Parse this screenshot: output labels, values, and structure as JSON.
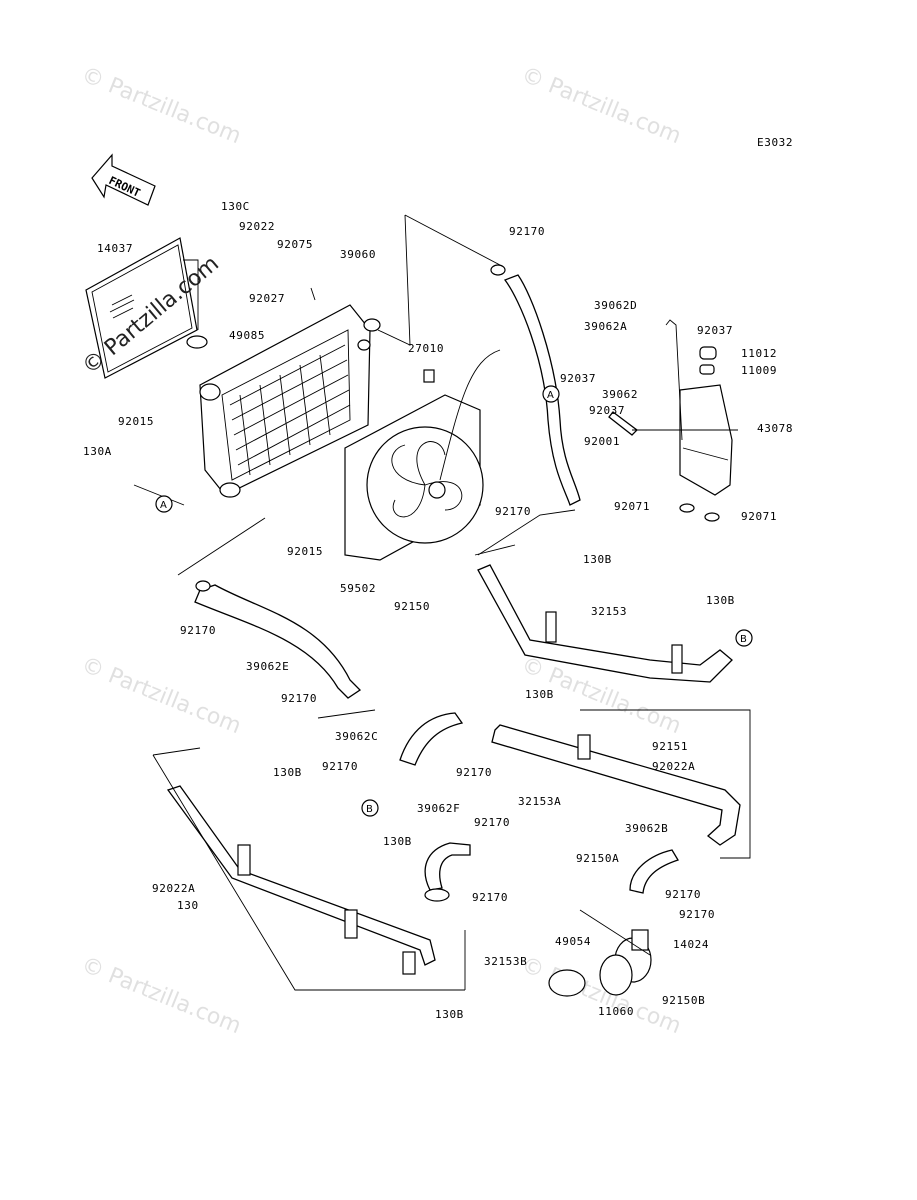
{
  "diagram_code": "E3032",
  "front_label": "FRONT",
  "watermark": "© Partzilla.com",
  "watermark_overlay": "© Partzilla.com",
  "ref_markers": {
    "a": "A",
    "b": "B"
  },
  "labels": {
    "l130c": "130C",
    "l92022": "92022",
    "l92075": "92075",
    "l39060": "39060",
    "l92170_top": "92170",
    "l14037": "14037",
    "l92027": "92027",
    "l49085": "49085",
    "l39062d": "39062D",
    "l39062a": "39062A",
    "l92037_a": "92037",
    "l27010": "27010",
    "l11012": "11012",
    "l11009": "11009",
    "l92037_b": "92037",
    "l39062": "39062",
    "l92037_c": "92037",
    "l43078": "43078",
    "l92015_left": "92015",
    "l130a": "130A",
    "l92001": "92001",
    "l92071_a": "92071",
    "l92071_b": "92071",
    "l92170_mid": "92170",
    "l92015": "92015",
    "l59502": "59502",
    "l92150": "92150",
    "l130b_1": "130B",
    "l32153": "32153",
    "l130b_2": "130B",
    "l92170_left": "92170",
    "l39062e": "39062E",
    "l92170_e": "92170",
    "l130b_3": "130B",
    "l39062c": "39062C",
    "l92151": "92151",
    "l92170_c1": "92170",
    "l92170_c2": "92170",
    "l92022a": "92022A",
    "l32153a": "32153A",
    "l130b_4": "130B",
    "l39062f": "39062F",
    "l92170_f1": "92170",
    "l39062b": "39062B",
    "l130b_5": "130B",
    "l92150a": "92150A",
    "l92170_b1": "92170",
    "l92022a_2": "92022A",
    "l92170_f2": "92170",
    "l130": "130",
    "l92170_b2": "92170",
    "l49054": "49054",
    "l14024": "14024",
    "l32153b": "32153B",
    "l11060": "11060",
    "l92150b": "92150B",
    "l130b_6": "130B"
  }
}
